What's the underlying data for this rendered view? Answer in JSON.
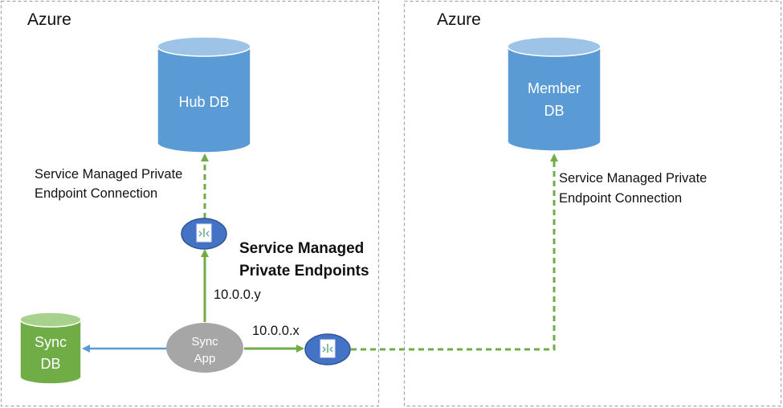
{
  "regions": {
    "left": {
      "title": "Azure"
    },
    "right": {
      "title": "Azure"
    }
  },
  "nodes": {
    "hub_db": {
      "line1": "Hub DB"
    },
    "member_db": {
      "line1": "Member",
      "line2": "DB"
    },
    "sync_db": {
      "line1": "Sync",
      "line2": "DB"
    },
    "sync_app": {
      "line1": "Sync",
      "line2": "App"
    }
  },
  "labels": {
    "left_connection": {
      "line1": "Service Managed Private",
      "line2": "Endpoint Connection"
    },
    "right_connection": {
      "line1": "Service Managed Private",
      "line2": "Endpoint Connection"
    },
    "endpoints": {
      "line1": "Service Managed",
      "line2": "Private Endpoints"
    },
    "ip_y": "10.0.0.y",
    "ip_x": "10.0.0.x"
  },
  "colors": {
    "db_blue": "#5b9bd5",
    "db_blue_top": "#9dc3e6",
    "db_green": "#70ad47",
    "db_green_top": "#a9d18e",
    "app_gray": "#a6a6a6",
    "endpoint_blue": "#4472c4",
    "arrow_green": "#70ad47",
    "arrow_blue": "#5b9bd5",
    "region_border": "#a6a6a6"
  },
  "icons": {
    "endpoint": "private-endpoint-icon"
  }
}
